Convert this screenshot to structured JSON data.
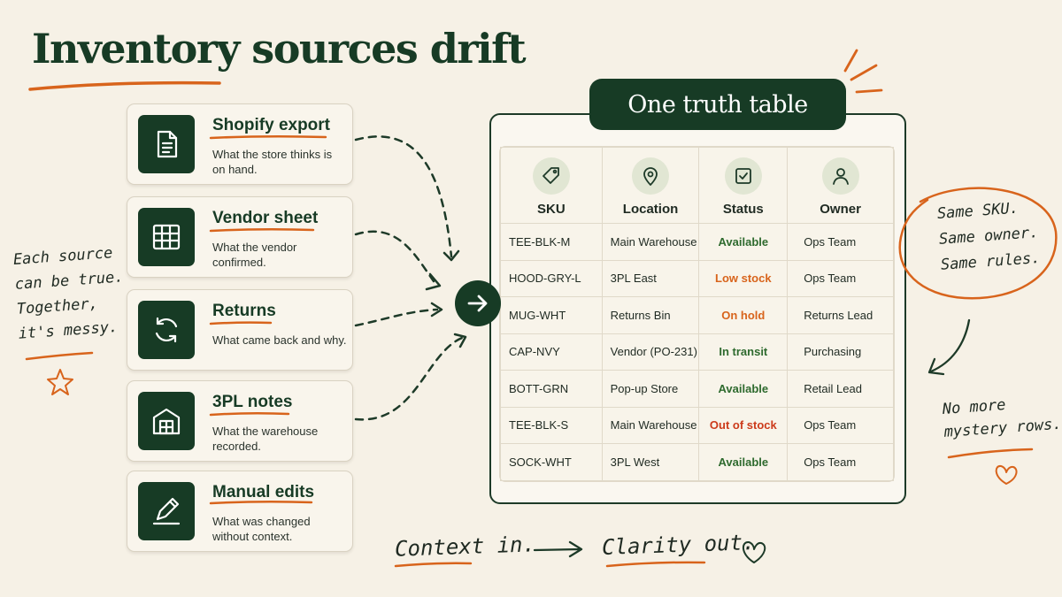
{
  "title": "Inventory sources drift",
  "sources": [
    {
      "title": "Shopify export",
      "desc": "What the store thinks is on hand.",
      "icon": "document-icon"
    },
    {
      "title": "Vendor sheet",
      "desc": "What the vendor confirmed.",
      "icon": "grid-icon"
    },
    {
      "title": "Returns",
      "desc": "What came back and why.",
      "icon": "refresh-icon"
    },
    {
      "title": "3PL notes",
      "desc": "What the warehouse recorded.",
      "icon": "warehouse-icon"
    },
    {
      "title": "Manual edits",
      "desc": "What was changed without context.",
      "icon": "pencil-icon"
    }
  ],
  "left_note": [
    "Each source",
    "can be true.",
    "Together,",
    "it's messy."
  ],
  "panel_title": "One truth table",
  "table": {
    "headers": [
      {
        "label": "SKU",
        "icon": "tag-icon"
      },
      {
        "label": "Location",
        "icon": "pin-icon"
      },
      {
        "label": "Status",
        "icon": "checkbox-icon"
      },
      {
        "label": "Owner",
        "icon": "person-icon"
      }
    ],
    "rows": [
      {
        "sku": "TEE-BLK-M",
        "location": "Main Warehouse",
        "status": "Available",
        "owner": "Ops Team"
      },
      {
        "sku": "HOOD-GRY-L",
        "location": "3PL East",
        "status": "Low stock",
        "owner": "Ops Team"
      },
      {
        "sku": "MUG-WHT",
        "location": "Returns Bin",
        "status": "On hold",
        "owner": "Returns Lead"
      },
      {
        "sku": "CAP-NVY",
        "location": "Vendor (PO-231)",
        "status": "In transit",
        "owner": "Purchasing"
      },
      {
        "sku": "BOTT-GRN",
        "location": "Pop-up Store",
        "status": "Available",
        "owner": "Retail Lead"
      },
      {
        "sku": "TEE-BLK-S",
        "location": "Main Warehouse",
        "status": "Out of stock",
        "owner": "Ops Team"
      },
      {
        "sku": "SOCK-WHT",
        "location": "3PL West",
        "status": "Available",
        "owner": "Ops Team"
      }
    ]
  },
  "status_colors": {
    "Available": "#2e6a2e",
    "Low stock": "#d8641c",
    "On hold": "#d8641c",
    "In transit": "#2e6a2e",
    "Out of stock": "#cc3a1a"
  },
  "right_note": [
    "Same SKU.",
    "Same owner.",
    "Same rules."
  ],
  "bottom_note": [
    "No more",
    "mystery rows."
  ],
  "footer": {
    "left": "Context in.",
    "right": "Clarity out."
  },
  "colors": {
    "accent": "#d8641c",
    "dark_green": "#173b25",
    "background": "#f6f1e6"
  }
}
